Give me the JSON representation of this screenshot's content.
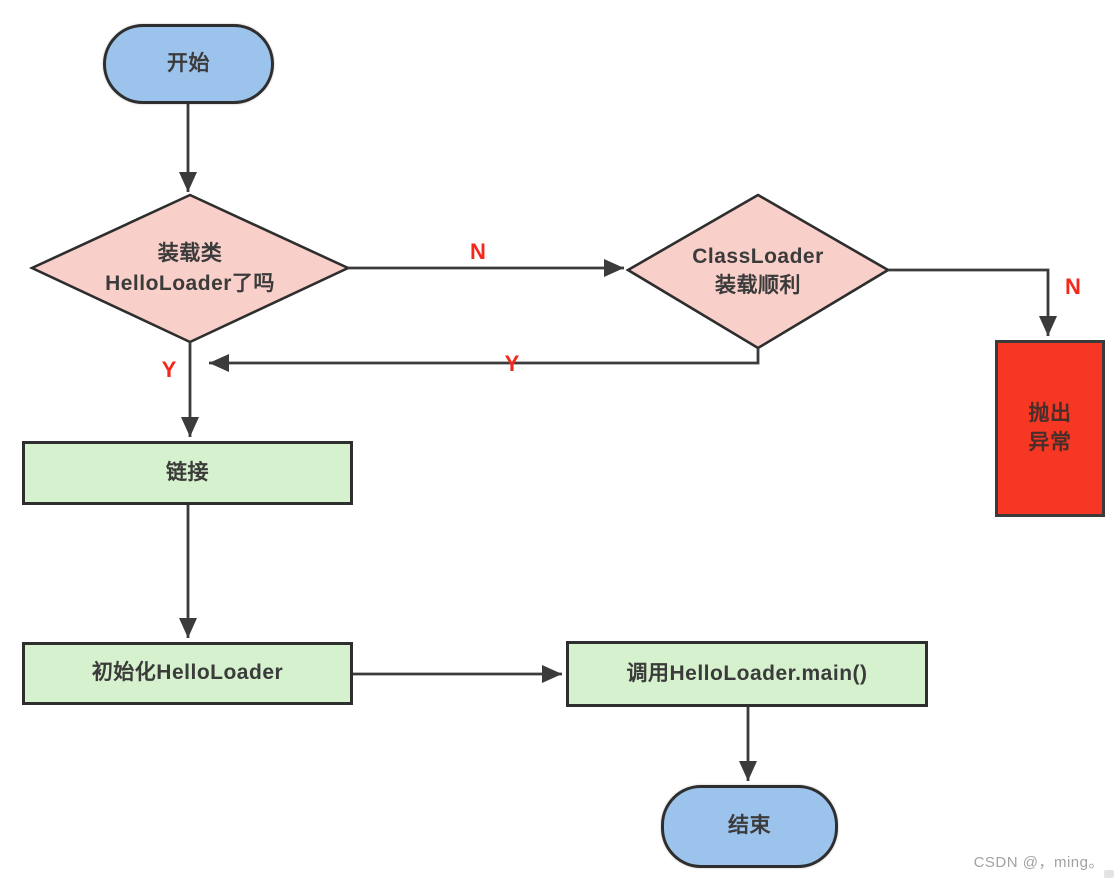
{
  "diagram": {
    "nodes": {
      "start": "开始",
      "check_loaded": "装载类\nHelloLoader了吗",
      "check_classloader": "ClassLoader\n装载顺利",
      "throw_exception": "抛出\n异常",
      "link": "链接",
      "initialize": "初始化HelloLoader",
      "invoke_main": "调用HelloLoader.main()",
      "end": "结束"
    },
    "edge_labels": {
      "no_to_classloader": "N",
      "no_to_exception": "N",
      "yes_from_loaded": "Y",
      "yes_from_classloader": "Y"
    }
  },
  "watermark": "CSDN @，ming。",
  "colors": {
    "terminal_fill": "#9cc3ec",
    "decision_fill": "#f8cfc9",
    "process_fill": "#d5f1cd",
    "error_fill": "#f63723",
    "line": "#3b3b3b",
    "edge_label": "#f5261b",
    "node_text": "#3b3b3b",
    "watermark_text": "#a2a2a2"
  }
}
